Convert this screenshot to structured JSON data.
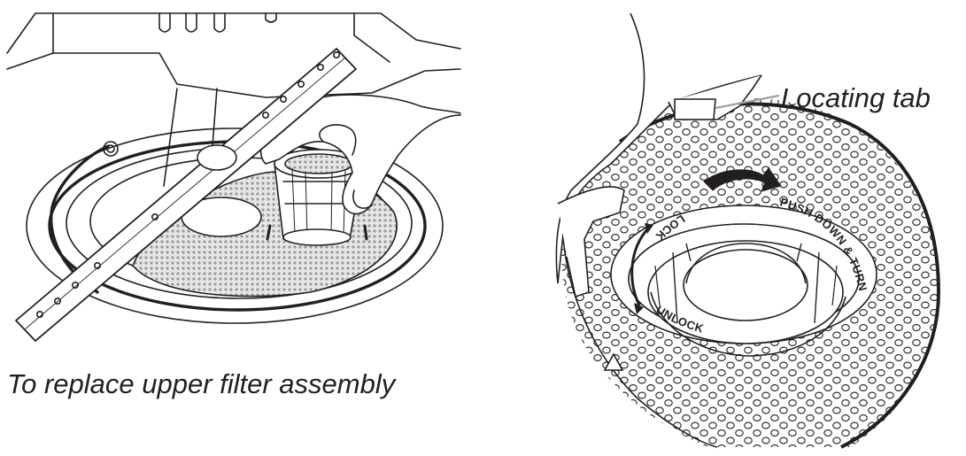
{
  "left_figure": {
    "caption": "To replace upper filter assembly"
  },
  "right_figure": {
    "callout": "Locating tab",
    "ring_labels": {
      "push": "PUSH DOWN & TURN",
      "lock": "LOCK",
      "unlock": "UNLOCK"
    }
  },
  "colors": {
    "line": "#231f20",
    "mesh": "#d9d9d9",
    "background": "#ffffff"
  }
}
